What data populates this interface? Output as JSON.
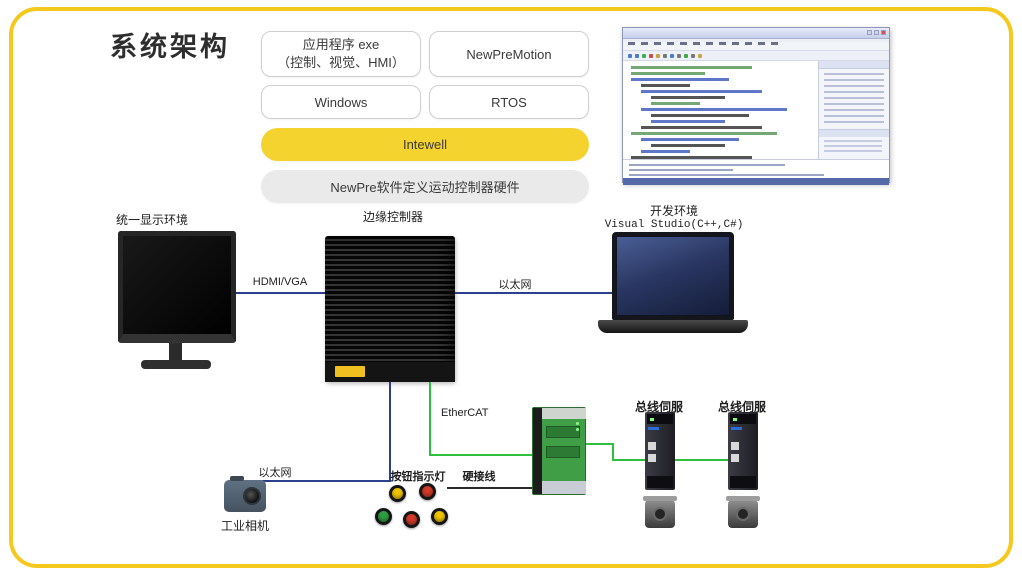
{
  "title": "系统架构",
  "stack": {
    "app_line1": "应用程序 exe",
    "app_line2": "（控制、视觉、HMI）",
    "newpremotion": "NewPreMotion",
    "windows": "Windows",
    "rtos": "RTOS",
    "intewell": "Intewell",
    "hardware": "NewPre软件定义运动控制器硬件"
  },
  "nodes": {
    "display_env": "统一显示环境",
    "edge_controller": "边缘控制器",
    "dev_env_line1": "开发环境",
    "dev_env_line2": "Visual Studio(C++,C#)",
    "industrial_camera": "工业相机",
    "button_lights": "按钮指示灯",
    "bus_servo_left": "总线伺服",
    "bus_servo_right": "总线伺服"
  },
  "links": {
    "hdmi_vga": "HDMI/VGA",
    "ethernet_top": "以太网",
    "ethernet_bottom": "以太网",
    "ethercat": "EtherCAT",
    "hard_wiring": "硬接线"
  },
  "colors": {
    "frame_yellow": "#F5C81E",
    "intewell_yellow": "#F5D32E",
    "hardware_gray": "#EAEAEA",
    "line_blue": "#2B3F8C",
    "line_green": "#2FBF3F"
  }
}
